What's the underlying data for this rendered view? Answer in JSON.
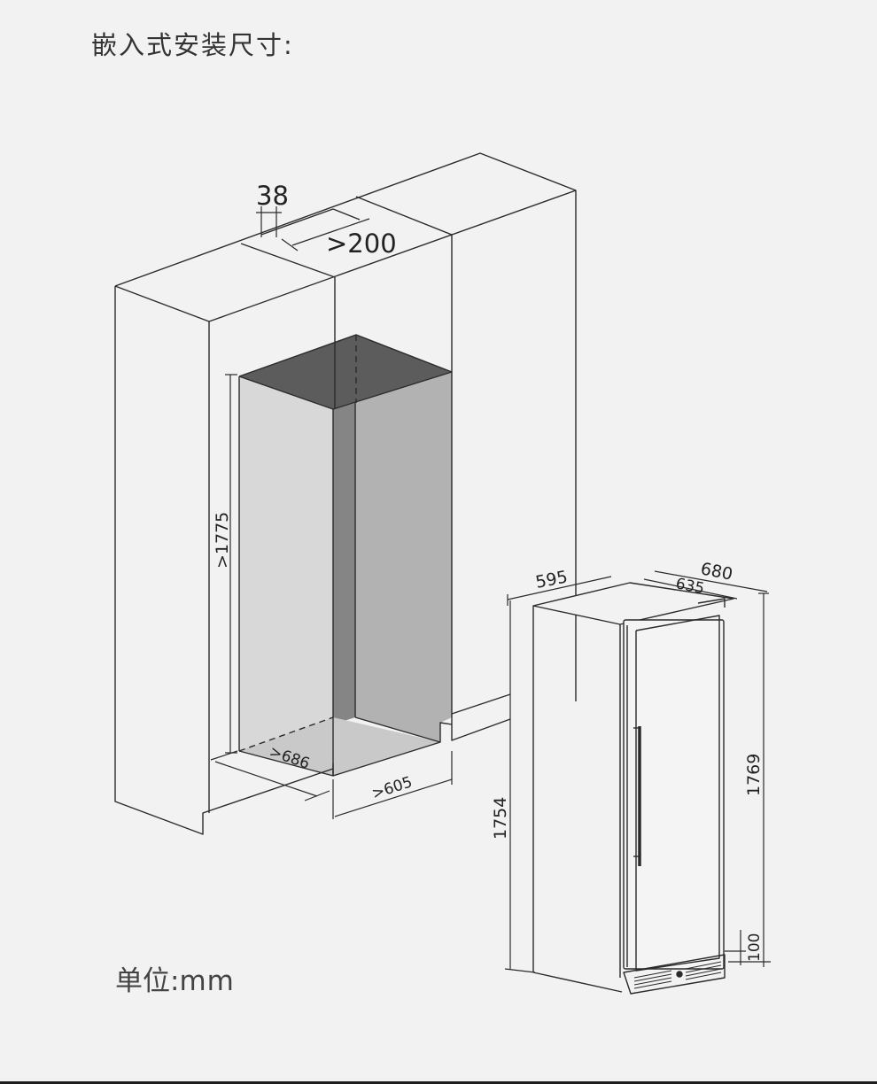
{
  "title": "嵌入式安装尺寸:",
  "unit": {
    "label": "单位:",
    "value": "mm"
  },
  "niche": {
    "top_gap": "38",
    "top_depth": ">200",
    "height": ">1775",
    "depth": ">686",
    "width": ">605"
  },
  "appliance": {
    "width": "595",
    "depth_total": "680",
    "depth_body": "635",
    "height_body": "1754",
    "height_total": "1769",
    "base_height": "100"
  },
  "colors": {
    "background": "#f2f2f2",
    "line": "#2b2b2b",
    "niche_top": "#5c5c5c",
    "niche_left": "#d8d8d8",
    "niche_back": "#858585",
    "niche_right": "#b2b2b2",
    "niche_floor": "#c9c9c9"
  }
}
